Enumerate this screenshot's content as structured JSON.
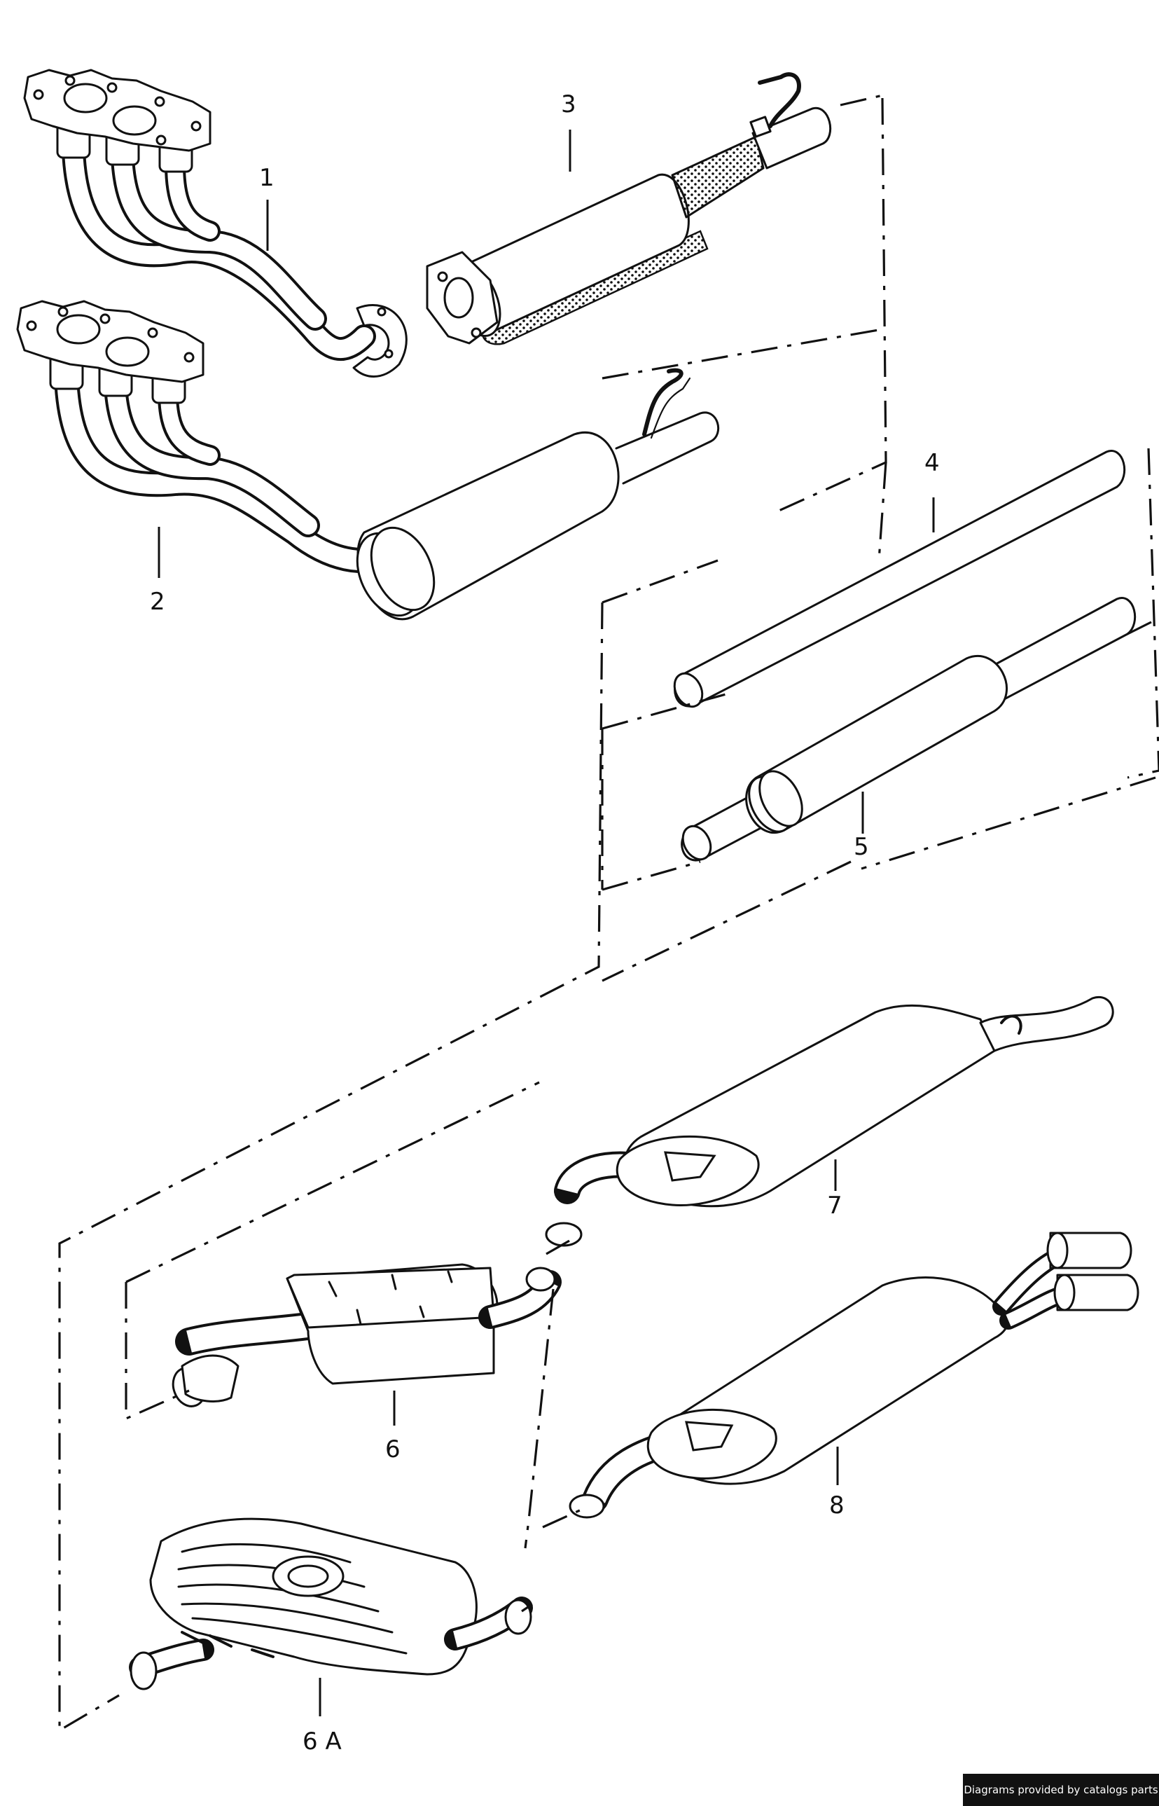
{
  "diagram": {
    "callouts": [
      {
        "id": "1",
        "label": "1"
      },
      {
        "id": "2",
        "label": "2"
      },
      {
        "id": "3",
        "label": "3"
      },
      {
        "id": "4",
        "label": "4"
      },
      {
        "id": "5",
        "label": "5"
      },
      {
        "id": "6",
        "label": "6"
      },
      {
        "id": "6a",
        "label": "6 A"
      },
      {
        "id": "7",
        "label": "7"
      },
      {
        "id": "8",
        "label": "8"
      }
    ]
  },
  "credit": {
    "text": "Diagrams provided by catalogs parts"
  },
  "colors": {
    "ink": "#111111",
    "background": "#ffffff",
    "credit_bg": "#111111",
    "credit_fg": "#ffffff"
  }
}
